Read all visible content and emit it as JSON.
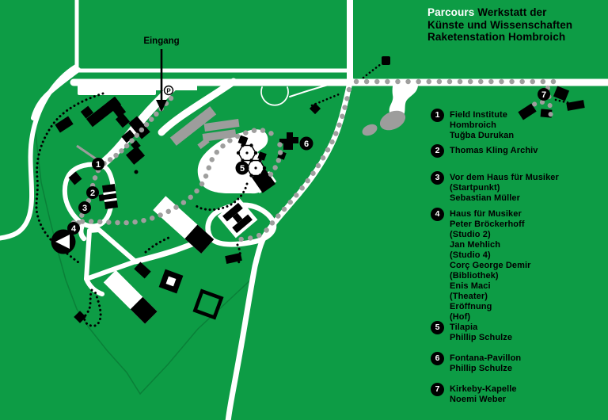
{
  "title": {
    "highlight": "Parcours",
    "rest_line1": " Werkstatt der",
    "line2": "Künste und Wissenschaften",
    "line3": "Raketenstation Hombroich"
  },
  "map": {
    "entrance_label": "Eingang",
    "parking_label": "P",
    "markers": [
      {
        "number": "1"
      },
      {
        "number": "2"
      },
      {
        "number": "3"
      },
      {
        "number": "4"
      },
      {
        "number": "5"
      },
      {
        "number": "6"
      },
      {
        "number": "7"
      }
    ]
  },
  "legend": {
    "items": [
      {
        "number": "1",
        "text": "Field Institute\nHombroich\nTuğba Durukan"
      },
      {
        "number": "2",
        "text": "Thomas Kling Archiv"
      },
      {
        "number": "3",
        "text": "Vor dem Haus für Musiker\n(Startpunkt)\nSebastian Müller"
      },
      {
        "number": "4",
        "text": "Haus für Musiker\nPeter Bröckerhoff\n(Studio 2)\nJan Mehlich\n(Studio 4)\nCorç George Demir\n(Bibliothek)\nEnis Maci\n(Theater)\nEröffnung\n(Hof)"
      },
      {
        "number": "5",
        "text": "Tilapia\nPhillip Schulze"
      },
      {
        "number": "6",
        "text": "Fontana-Pavillon\nPhillip Schulze"
      },
      {
        "number": "7",
        "text": "Kirkeby-Kapelle\nNoemi Weber"
      }
    ]
  },
  "colors": {
    "background": "#0d9c45",
    "road": "#ffffff",
    "building": "#000000",
    "gray": "#9d9d9c",
    "boundary": "#0a8038"
  }
}
